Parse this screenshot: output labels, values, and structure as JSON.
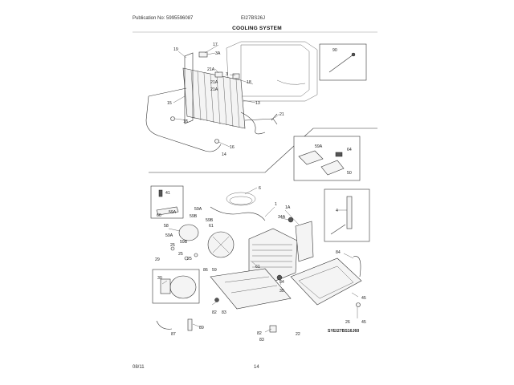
{
  "header": {
    "publication": "Publication No: 5995596087",
    "model": "EI27BS26J",
    "title": "COOLING SYSTEM"
  },
  "footer": {
    "date": "08/11",
    "page": "14"
  },
  "diagram_code": "SYEI27BS16J60",
  "callouts": {
    "c17": "17",
    "c3A": "3A",
    "c19": "19",
    "c21A_a": "21A",
    "c21A_b": "21A",
    "c21A_c": "21A",
    "c3": "3",
    "c18": "18",
    "c13": "13",
    "c15": "15",
    "c16a": "16",
    "c16b": "16",
    "c14": "14",
    "c21": "21",
    "c90": "90",
    "c59A_box": "59A",
    "c64": "64",
    "c50": "50",
    "c41": "41",
    "c66": "66",
    "c6": "6",
    "c1A": "1A",
    "c34A": "34A",
    "c1": "1",
    "c4": "4",
    "c59A_a": "59A",
    "c59B_a": "59B",
    "c59A_b": "59A",
    "c59B_b": "59B",
    "c58": "58",
    "c61a": "61",
    "c59A_c": "59A",
    "c59B_c": "59B",
    "c25a": "25",
    "c25b": "25",
    "c25c": "25",
    "c29": "29",
    "c86": "86",
    "c59": "59",
    "c61b": "61",
    "c84": "84",
    "c30": "30",
    "c34": "34",
    "c35": "35",
    "c45a": "45",
    "c26": "26",
    "c45b": "45",
    "c82a": "82",
    "c83a": "83",
    "c89": "89",
    "c87": "87",
    "c82b": "82",
    "c83b": "83",
    "c22": "22"
  }
}
